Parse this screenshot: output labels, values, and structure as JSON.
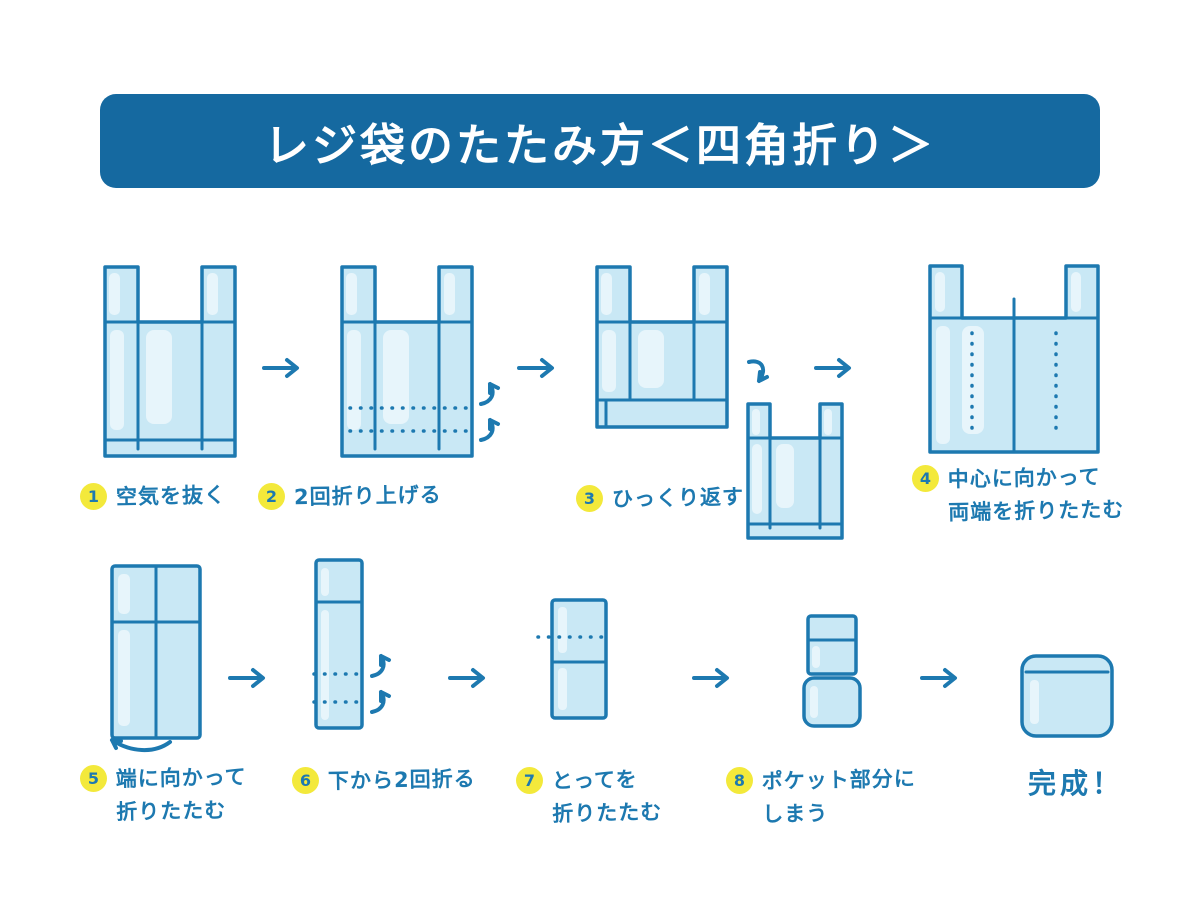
{
  "title": "レジ袋のたたみ方＜四角折り＞",
  "steps": [
    {
      "num": "1",
      "line1": "空気を抜く",
      "line2": ""
    },
    {
      "num": "2",
      "line1": "2回折り上げる",
      "line2": ""
    },
    {
      "num": "3",
      "line1": "ひっくり返す",
      "line2": ""
    },
    {
      "num": "4",
      "line1": "中心に向かって",
      "line2": "両端を折りたたむ"
    },
    {
      "num": "5",
      "line1": "端に向かって",
      "line2": "折りたたむ"
    },
    {
      "num": "6",
      "line1": "下から2回折る",
      "line2": ""
    },
    {
      "num": "7",
      "line1": "とってを",
      "line2": "折りたたむ"
    },
    {
      "num": "8",
      "line1": "ポケット部分に",
      "line2": "しまう"
    }
  ],
  "finish": "完成！",
  "colors": {
    "banner_blue": "#1569a0",
    "outline_blue": "#1d79b0",
    "bag_fill_blue": "#c9e8f5",
    "badge_yellow": "#f3e93b",
    "text_blue": "#1d79b0"
  },
  "icons": {
    "step_arrow": "right-arrow",
    "fold_arrow": "curved-fold-up-arrow",
    "flip_arrow": "flip-over-arrow"
  }
}
